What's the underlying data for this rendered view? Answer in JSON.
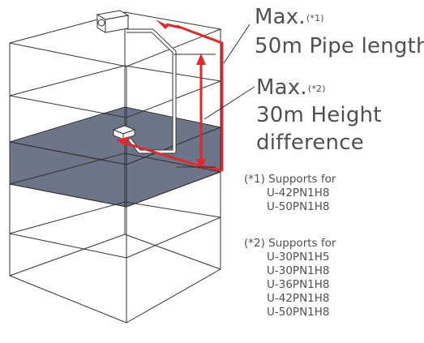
{
  "callouts": {
    "pipe_length": {
      "max_label": "Max.",
      "ref": "(*1)",
      "text": "50m Pipe length"
    },
    "height_difference": {
      "max_label": "Max.",
      "ref": "(*2)",
      "line1": "30m Height",
      "line2": "difference"
    }
  },
  "notes": [
    {
      "ref": "(*1)",
      "label": "Supports for",
      "models": [
        "U-42PN1H8",
        "U-50PN1H8"
      ]
    },
    {
      "ref": "(*2)",
      "label": "Supports for",
      "models": [
        "U-30PN1H5",
        "U-30PN1H8",
        "U-36PN1H8",
        "U-42PN1H8",
        "U-50PN1H8"
      ]
    }
  ],
  "colors": {
    "line": "#333333",
    "arrow_red": "#e5262b",
    "floor_fill": "#6d7689",
    "text": "#505050"
  },
  "icons": [
    "outdoor-unit-icon",
    "indoor-unit-icon"
  ]
}
